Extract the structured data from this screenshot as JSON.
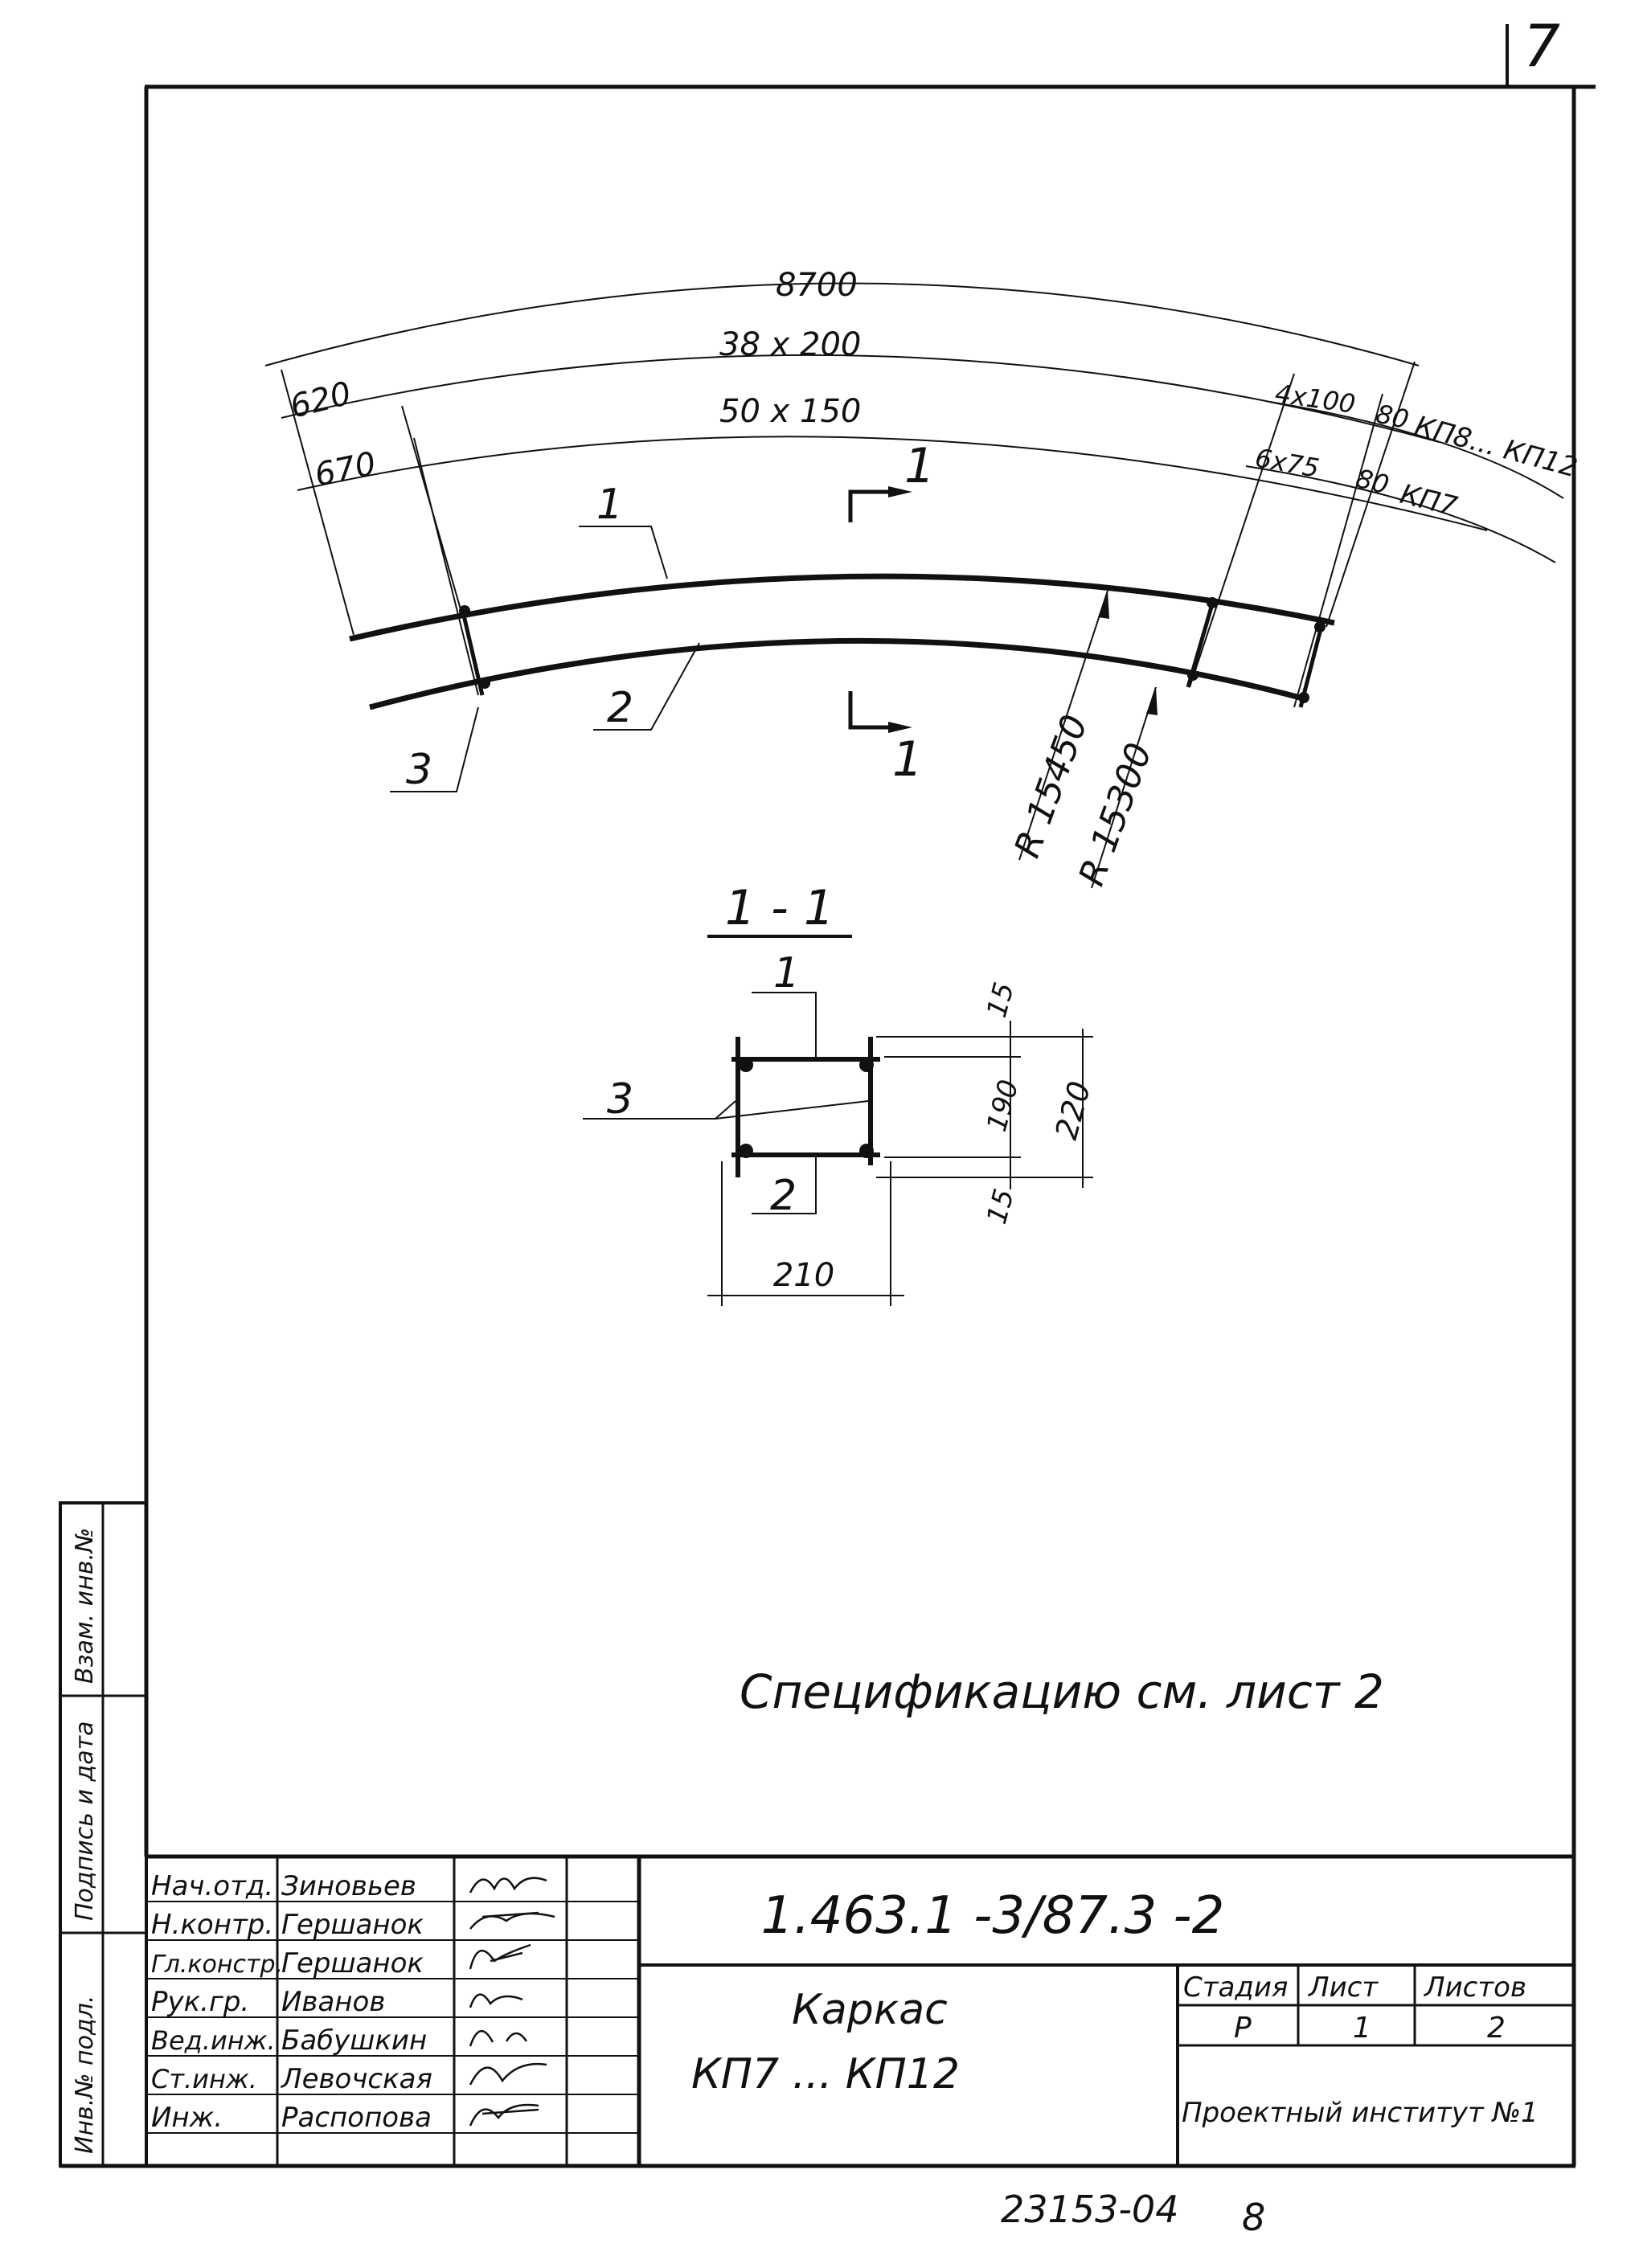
{
  "sheet_number": "7",
  "plan": {
    "dim_overall": "8700",
    "dim_top_spacing": "38 x 200",
    "dim_bottom_spacing": "50 x 150",
    "dim_left_top": "620",
    "dim_left_bottom": "670",
    "dim_right_top_spacing": "4x100",
    "dim_right_top_end": "80",
    "dim_right_top_label": "КП8... КП12",
    "dim_right_bottom_spacing": "6x75",
    "dim_right_bottom_end": "80",
    "dim_right_bottom_label": "КП7",
    "radius_outer": "R 15450",
    "radius_inner": "R 15300",
    "pos_1": "1",
    "pos_2": "2",
    "pos_3": "3",
    "cut_mark_top": "1",
    "cut_mark_bottom": "1"
  },
  "section": {
    "title": "1 - 1",
    "pos_1": "1",
    "pos_2": "2",
    "pos_3": "3",
    "dim_top": "15",
    "dim_mid": "190",
    "dim_bottom": "15",
    "dim_height": "220",
    "dim_width": "210"
  },
  "note": "Спецификацию см. лист 2",
  "side_stamp": {
    "inv_podl": "Инв.№ подл.",
    "podpis_data": "Подпись и дата",
    "vzam_inv": "Взам. инв.№"
  },
  "title_block": {
    "document_code": "1.463.1 -3/87.3 -2",
    "title_line1": "Каркас",
    "title_line2": "КП7 ... КП12",
    "stage_header": "Стадия",
    "sheet_header": "Лист",
    "sheets_header": "Листов",
    "stage_value": "Р",
    "sheet_value": "1",
    "sheets_value": "2",
    "organization": "Проектный институт №1",
    "staff": [
      {
        "role": "Нач.отд.",
        "name": "Зиновьев"
      },
      {
        "role": "Н.контр.",
        "name": "Гершанок"
      },
      {
        "role": "Гл.констр.",
        "name": "Гершанок"
      },
      {
        "role": "Рук.гр.",
        "name": "Иванов"
      },
      {
        "role": "Вед.инж.",
        "name": "Бабушкин"
      },
      {
        "role": "Ст.инж.",
        "name": "Левочская"
      },
      {
        "role": "Инж.",
        "name": "Распопова"
      }
    ]
  },
  "footer_code": "23153-04",
  "footer_number": "8"
}
